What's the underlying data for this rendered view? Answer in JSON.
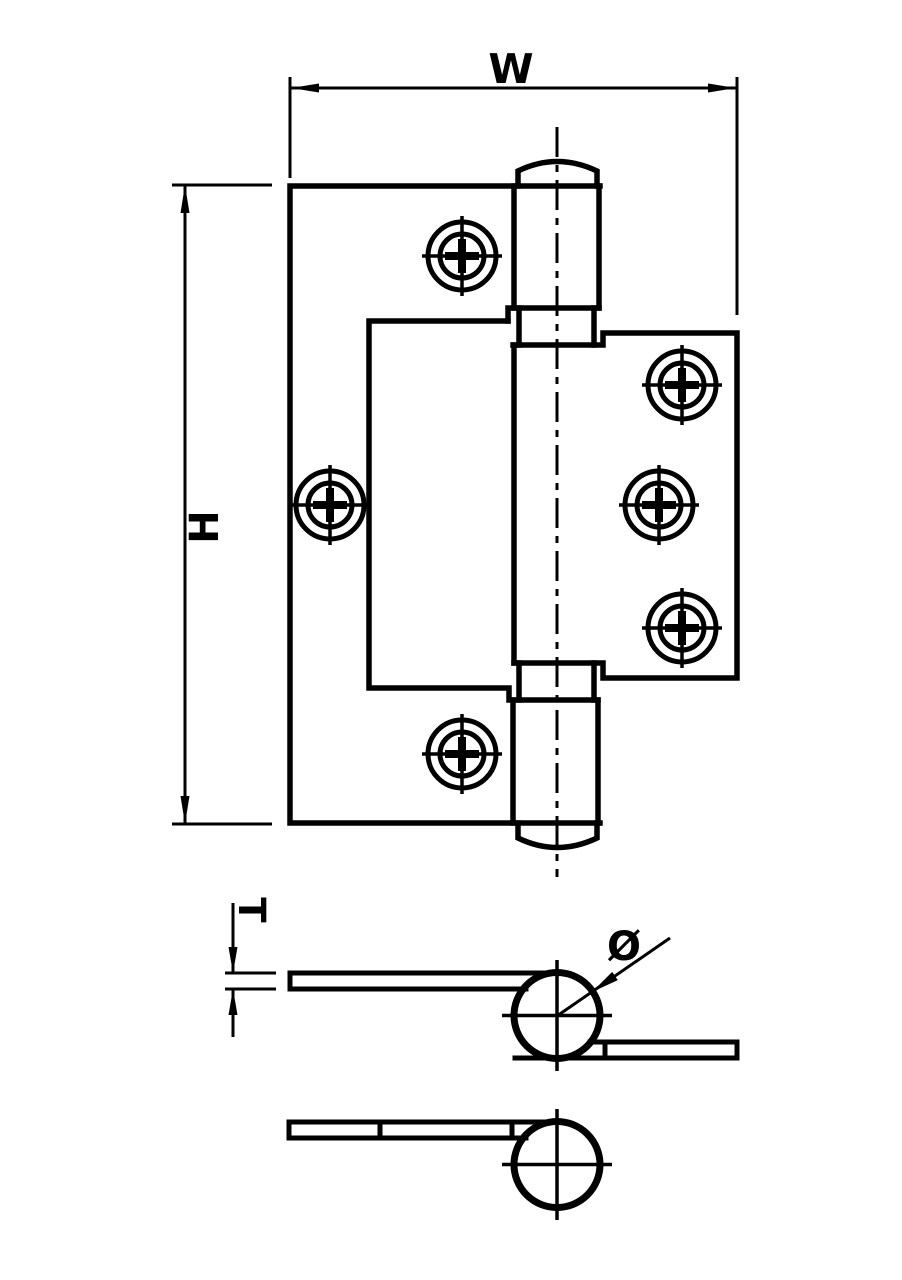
{
  "labels": {
    "width": "W",
    "height": "H",
    "thickness": "T",
    "diameter": "Ø"
  },
  "drawing": {
    "kind": "technical line drawing",
    "subject": "flush hinge, front view with two end views",
    "line_color": "#000000",
    "background_color": "#ffffff",
    "screw_hole_count_left_leaf": 3,
    "screw_hole_count_right_leaf": 3,
    "dimensions_annotated": [
      {
        "label": "W",
        "meaning": "overall open width",
        "orientation": "horizontal"
      },
      {
        "label": "H",
        "meaning": "leaf height",
        "orientation": "vertical"
      },
      {
        "label": "T",
        "meaning": "leaf thickness",
        "orientation": "vertical"
      },
      {
        "label": "Ø",
        "meaning": "knuckle / pin diameter",
        "orientation": "leader"
      }
    ]
  }
}
